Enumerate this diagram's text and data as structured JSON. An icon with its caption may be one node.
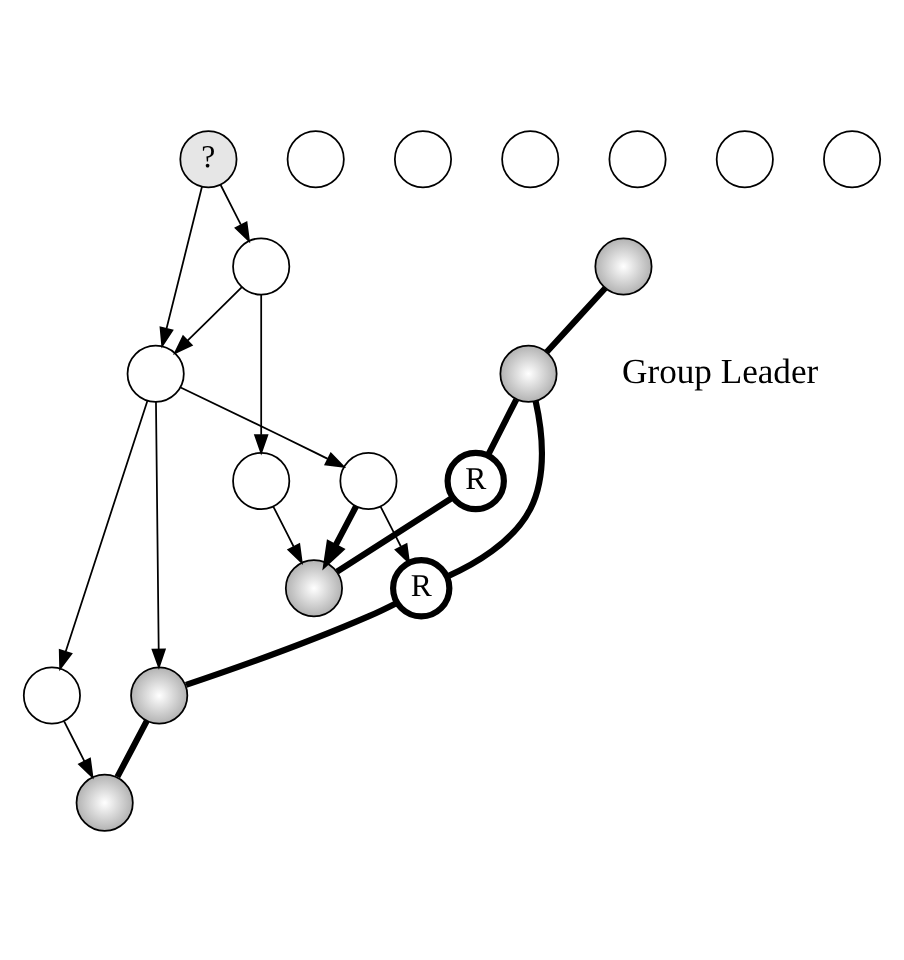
{
  "diagram": {
    "nodes": [
      {
        "text": [],
        "shape": "circle"
      },
      {
        "text": [],
        "shape": "circle"
      },
      {
        "text": [],
        "shape": "circle"
      },
      {
        "text": [],
        "shape": "circle"
      },
      {
        "text": [
          "R"
        ]
      },
      {
        "text": [],
        "shape": "circle"
      },
      {
        "text": [],
        "shape": "circle"
      },
      {
        "text": [
          "R"
        ]
      },
      {
        "text": [],
        "shape": "circle"
      },
      {
        "text": [],
        "shape": "circle"
      },
      {
        "text": [],
        "shape": "circle"
      },
      {
        "text": [],
        "shape": "circle"
      },
      {
        "text": [],
        "shape": "circle"
      },
      {
        "text": [],
        "shape": "circle"
      },
      {
        "text": [],
        "shape": "circle"
      },
      {
        "text": [],
        "shape": "circle"
      },
      {
        "text": [],
        "shape": "circle"
      },
      {
        "text": [],
        "shape": "circle"
      },
      {
        "text": [
          "?"
        ]
      }
    ],
    "edges": [
      {
        "from": 0,
        "to": 2,
        "arrow": "none",
        "style": "thick"
      },
      {
        "from": 2,
        "to": 7,
        "arrow": "none",
        "style": "thick"
      },
      {
        "from": 2,
        "to": 4,
        "arrow": "none",
        "style": "thick"
      },
      {
        "from": 4,
        "to": 12,
        "arrow": "none",
        "style": "thick"
      },
      {
        "from": 7,
        "to": 10,
        "arrow": "none",
        "style": "thick"
      },
      {
        "from": 10,
        "to": 13,
        "arrow": "none",
        "style": "thick"
      },
      {
        "from": 11,
        "to": 7,
        "arrow": "to"
      },
      {
        "from": 11,
        "to": 12,
        "arrow": "to",
        "style": "thick"
      },
      {
        "from": 14,
        "to": 10,
        "arrow": "to"
      },
      {
        "from": 14,
        "to": 11,
        "arrow": "to"
      },
      {
        "from": 14,
        "to": 15,
        "arrow": "to"
      },
      {
        "from": 15,
        "to": 13,
        "arrow": "to"
      },
      {
        "from": 18,
        "to": 14,
        "arrow": "to"
      },
      {
        "from": 16,
        "to": 14,
        "arrow": "to"
      },
      {
        "from": 18,
        "to": 16,
        "arrow": "to"
      },
      {
        "from": 16,
        "to": 17,
        "arrow": "to"
      },
      {
        "from": 17,
        "to": 12,
        "arrow": "to"
      }
    ],
    "labels": [
      "Group Leader"
    ]
  }
}
